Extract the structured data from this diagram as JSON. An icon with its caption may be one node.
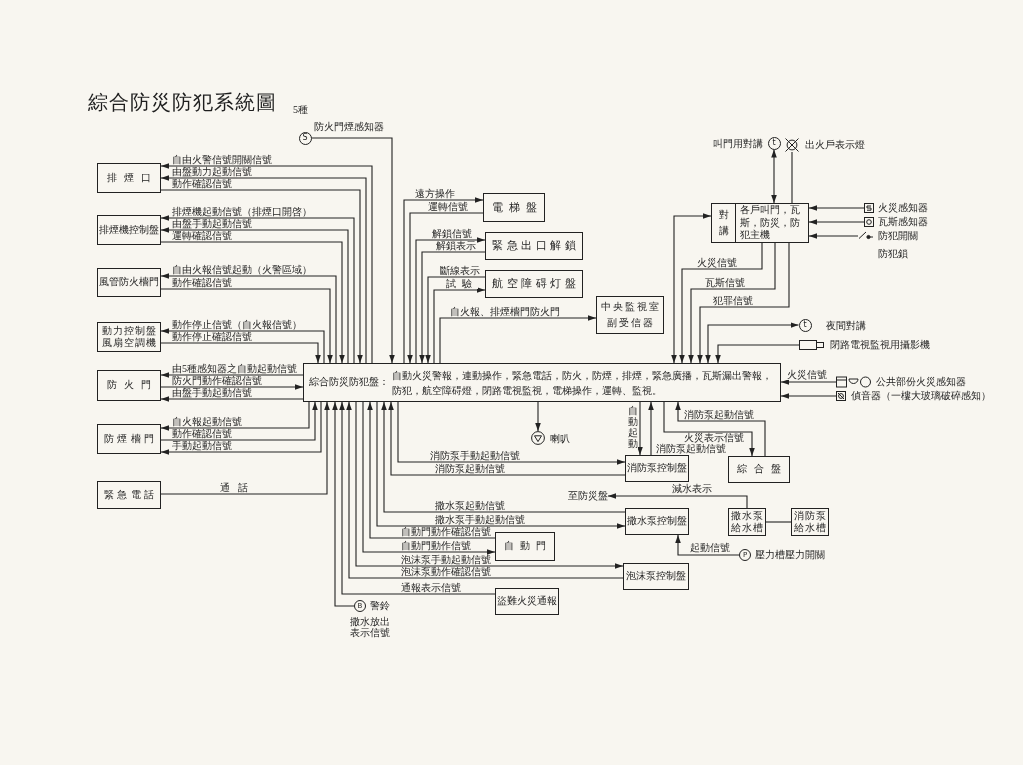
{
  "diagram": {
    "title": "綜合防災防犯系統圖",
    "nodes": [
      {
        "text": [
          "S"
        ],
        "beside": [
          "5種",
          "防火門煙感知器"
        ]
      },
      {
        "text": [
          "t"
        ],
        "beside": [
          "叫門用對講"
        ]
      },
      {
        "text": [],
        "shape": "circle",
        "beside": [
          "出火戶表示燈"
        ]
      },
      {
        "text": [
          "排煙口"
        ]
      },
      {
        "text": [
          "電梯盤"
        ]
      },
      {
        "text": [
          "對講",
          "各戶叫門，瓦斯，防災，防犯主機"
        ]
      },
      {
        "text": [],
        "shape": "box",
        "beside": [
          "火災感知器"
        ]
      },
      {
        "text": [],
        "shape": "box",
        "beside": [
          "瓦斯感知器"
        ]
      },
      {
        "text": [],
        "shape": "switch",
        "beside": [
          "防犯開關"
        ]
      },
      {
        "text": [
          "排煙機控制盤"
        ]
      },
      {
        "text": [
          "緊急出口解鎖"
        ]
      },
      {
        "text": [
          "航空障碍灯盤"
        ]
      },
      {
        "text": [
          "風管防火檣門"
        ]
      },
      {
        "text": [
          "中央監視室副受信器"
        ]
      },
      {
        "text": [
          "t"
        ],
        "beside": [
          "夜間對講"
        ]
      },
      {
        "text": [
          "動力控制盤風扇空調機"
        ]
      },
      {
        "text": [],
        "shape": "camera",
        "beside": [
          "閉路電視監視用攝影機"
        ]
      },
      {
        "text": [
          "綜合防災防犯盤：",
          "自動火災警報，連動操作，緊急電話，防火，防煙，排煙，緊急廣播，瓦斯漏出警報，防犯，航空障碍燈，閉路電視監視，電梯操作，運轉、監視。"
        ]
      },
      {
        "text": [],
        "shape": "box",
        "beside": [
          "公共部份火災感知器"
        ]
      },
      {
        "text": [],
        "shape": "box",
        "beside": [
          "偵音器（一樓大玻璃破碎感知）"
        ]
      },
      {
        "text": [
          "防火門"
        ]
      },
      {
        "text": [
          "防煙檣門"
        ]
      },
      {
        "text": [],
        "shape": "circle",
        "beside": [
          "喇叭"
        ]
      },
      {
        "text": [
          "消防泵控制盤"
        ]
      },
      {
        "text": [
          "綜合盤"
        ]
      },
      {
        "text": [
          "緊急電話"
        ]
      },
      {
        "text": [
          "撒水泵控制盤"
        ]
      },
      {
        "text": [
          "撒水泵給水槽"
        ]
      },
      {
        "text": [
          "消防泵給水槽"
        ]
      },
      {
        "text": [
          "自動門"
        ]
      },
      {
        "text": [
          "P"
        ],
        "beside": [
          "壓力槽壓力開關"
        ]
      },
      {
        "text": [
          "泡沫泵控制盤"
        ]
      },
      {
        "text": [
          "盜難火災通報"
        ]
      },
      {
        "text": [
          "B"
        ],
        "beside": [
          "警鈴"
        ]
      },
      {
        "text": [
          "至防災盤"
        ]
      }
    ],
    "edges": [
      {
        "from": 17,
        "to": 3,
        "arrow": "to",
        "label": "自由火警信號開關信號"
      },
      {
        "from": 17,
        "to": 3,
        "arrow": "to",
        "label": "由盤動力起動信號"
      },
      {
        "from": 3,
        "to": 17,
        "arrow": "to",
        "label": "動作確認信號"
      },
      {
        "from": 17,
        "to": 9,
        "arrow": "to",
        "label": "排煙機起動信號（排煙口開啓）"
      },
      {
        "from": 17,
        "to": 9,
        "arrow": "to",
        "label": "由盤手動起動信號"
      },
      {
        "from": 9,
        "to": 17,
        "arrow": "to",
        "label": "運轉確認信號"
      },
      {
        "from": 17,
        "to": 12,
        "arrow": "to",
        "label": "自由火報信號起動（火警區域）"
      },
      {
        "from": 12,
        "to": 17,
        "arrow": "to",
        "label": "動作確認信號"
      },
      {
        "from": 17,
        "to": 15,
        "arrow": "to",
        "label": "動作停止信號（自火報信號）"
      },
      {
        "from": 15,
        "to": 17,
        "arrow": "to",
        "label": "動作停止確認信號"
      },
      {
        "from": 17,
        "to": 20,
        "arrow": "to",
        "label": "由5種感知器之自動起動信號"
      },
      {
        "from": 20,
        "to": 17,
        "arrow": "to",
        "label": "防火門動作確認信號"
      },
      {
        "from": 17,
        "to": 20,
        "arrow": "to",
        "label": "由盤手動起動信號"
      },
      {
        "from": 17,
        "to": 21,
        "arrow": "to",
        "label": "自火報起動信號"
      },
      {
        "from": 21,
        "to": 17,
        "arrow": "to",
        "label": "動作確認信號"
      },
      {
        "from": 17,
        "to": 21,
        "arrow": "to",
        "label": "手動起動信號"
      },
      {
        "from": 25,
        "to": 17,
        "arrow": "to",
        "label": "通話"
      },
      {
        "from": 0,
        "to": 17,
        "arrow": "to"
      },
      {
        "from": 17,
        "to": 4,
        "arrow": "to",
        "label": "遠方操作"
      },
      {
        "from": 4,
        "to": 17,
        "arrow": "to",
        "label": "運轉信號"
      },
      {
        "from": 17,
        "to": 10,
        "arrow": "to",
        "label": "解鎖信號"
      },
      {
        "from": 10,
        "to": 17,
        "arrow": "to",
        "label": "解鎖表示"
      },
      {
        "from": 11,
        "to": 17,
        "arrow": "to",
        "label": "斷線表示"
      },
      {
        "from": 17,
        "to": 11,
        "arrow": "to",
        "label": "試驗"
      },
      {
        "from": 17,
        "to": 13,
        "arrow": "to",
        "label": "自火報、排煙檣門防火門"
      },
      {
        "from": 17,
        "to": 5,
        "arrow": "both"
      },
      {
        "from": 5,
        "to": 17,
        "arrow": "to",
        "label": "火災信號"
      },
      {
        "from": 5,
        "to": 17,
        "arrow": "to",
        "label": "瓦斯信號"
      },
      {
        "from": 5,
        "to": 17,
        "arrow": "to",
        "label": "犯罪信號"
      },
      {
        "from": 17,
        "to": 14,
        "arrow": "both"
      },
      {
        "from": 16,
        "to": 17,
        "arrow": "to"
      },
      {
        "from": 1,
        "to": 5,
        "arrow": "both"
      },
      {
        "from": 5,
        "to": 2,
        "arrow": "none"
      },
      {
        "from": 6,
        "to": 5,
        "arrow": "to"
      },
      {
        "from": 7,
        "to": 5,
        "arrow": "to"
      },
      {
        "from": 8,
        "to": 5,
        "arrow": "to"
      },
      {
        "from": 18,
        "to": 17,
        "arrow": "to",
        "label": "火災信號"
      },
      {
        "from": 19,
        "to": 17,
        "arrow": "to"
      },
      {
        "from": 17,
        "to": 22,
        "arrow": "to"
      },
      {
        "from": 17,
        "to": 23,
        "arrow": "to",
        "label": "自動起動"
      },
      {
        "from": 23,
        "to": 17,
        "arrow": "to",
        "label": "消防泵起動信號"
      },
      {
        "from": 17,
        "to": 24,
        "arrow": "to",
        "label": "火災表示信號"
      },
      {
        "from": 24,
        "to": 17,
        "arrow": "to",
        "label": "消防泵起動信號"
      },
      {
        "from": 17,
        "to": 23,
        "arrow": "to",
        "label": "消防泵手動起動信號"
      },
      {
        "from": 23,
        "to": 17,
        "arrow": "to",
        "label": "消防泵起動信號"
      },
      {
        "from": 26,
        "to": 17,
        "arrow": "to",
        "label": "撒水泵起動信號"
      },
      {
        "from": 17,
        "to": 26,
        "arrow": "to",
        "label": "撒水泵手動起動信號"
      },
      {
        "from": 29,
        "to": 17,
        "arrow": "to",
        "label": "自動門動作確認信號"
      },
      {
        "from": 17,
        "to": 29,
        "arrow": "to",
        "label": "自動門動作信號"
      },
      {
        "from": 17,
        "to": 31,
        "arrow": "to",
        "label": "泡沫泵手動起動信號"
      },
      {
        "from": 31,
        "to": 17,
        "arrow": "to",
        "label": "泡沫泵動作確認信號"
      },
      {
        "from": 32,
        "to": 17,
        "arrow": "to",
        "label": "通報表示信號"
      },
      {
        "from": 33,
        "to": 17,
        "arrow": "to",
        "label": "撒水放出表示信號"
      },
      {
        "from": 27,
        "to": 34,
        "arrow": "to",
        "label": "減水表示"
      },
      {
        "from": 27,
        "to": 28,
        "arrow": "none"
      },
      {
        "from": 30,
        "to": 26,
        "arrow": "to",
        "label": "起動信號"
      }
    ],
    "labels": [
      "防犯鎖"
    ]
  }
}
